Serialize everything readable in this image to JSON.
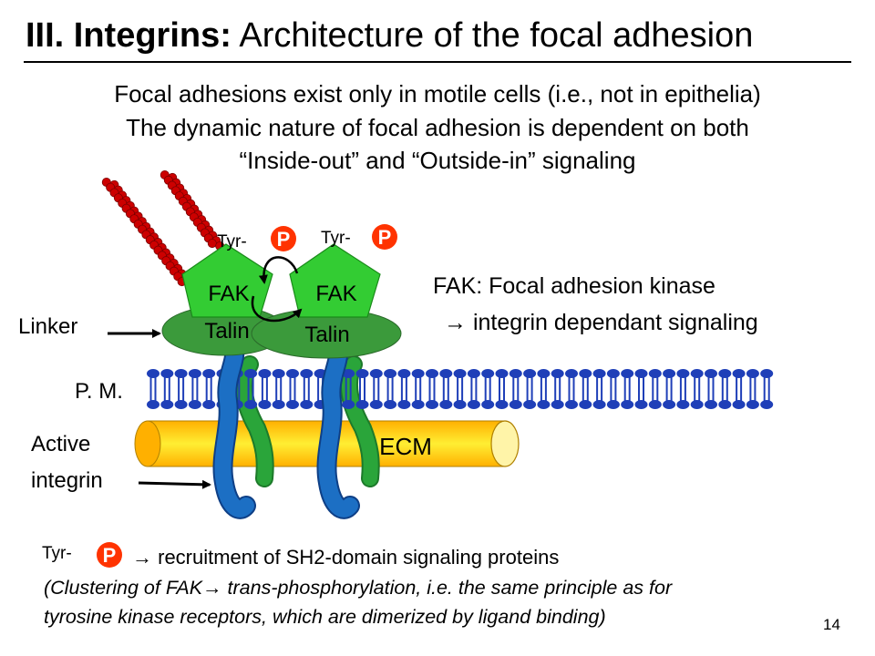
{
  "title": {
    "bold": "III. Integrins:",
    "rest": " Architecture of the focal adhesion"
  },
  "intro_lines": [
    "Focal adhesions exist only in motile cells (i.e., not in epithelia)",
    "The dynamic nature of focal adhesion is dependent on both",
    "“Inside-out” and “Outside-in” signaling"
  ],
  "diagram": {
    "tyr_label": "Tyr-",
    "p_label": "P",
    "fak_label": "FAK",
    "talin_label": "Talin",
    "ecm_label": "ECM",
    "linker_label": "Linker",
    "pm_label": "P. M.",
    "active_integrin_line1": "Active",
    "active_integrin_line2": "integrin",
    "colors": {
      "fak": "#33cc33",
      "talin": "#3b9a3b",
      "p_badge": "#ff3300",
      "actin": "#cc0000",
      "lipid": "#1f3fb8",
      "integrin_beta": "#1c6fc4",
      "integrin_alpha": "#2aa53a",
      "ecm": "#ffcc00"
    }
  },
  "fak_definition": {
    "line1": "FAK: Focal adhesion kinase",
    "line2": "→ integrin dependant signaling"
  },
  "bottom": {
    "tyr_label": "Tyr-",
    "p_label": "P",
    "recruit_text": "→ recruitment of SH2-domain signaling proteins",
    "note_line1": "(Clustering of FAK→ trans-phosphorylation, i.e. the same principle as for",
    "note_line2": "tyrosine kinase receptors, which are dimerized by ligand binding)"
  },
  "page_number": "14"
}
